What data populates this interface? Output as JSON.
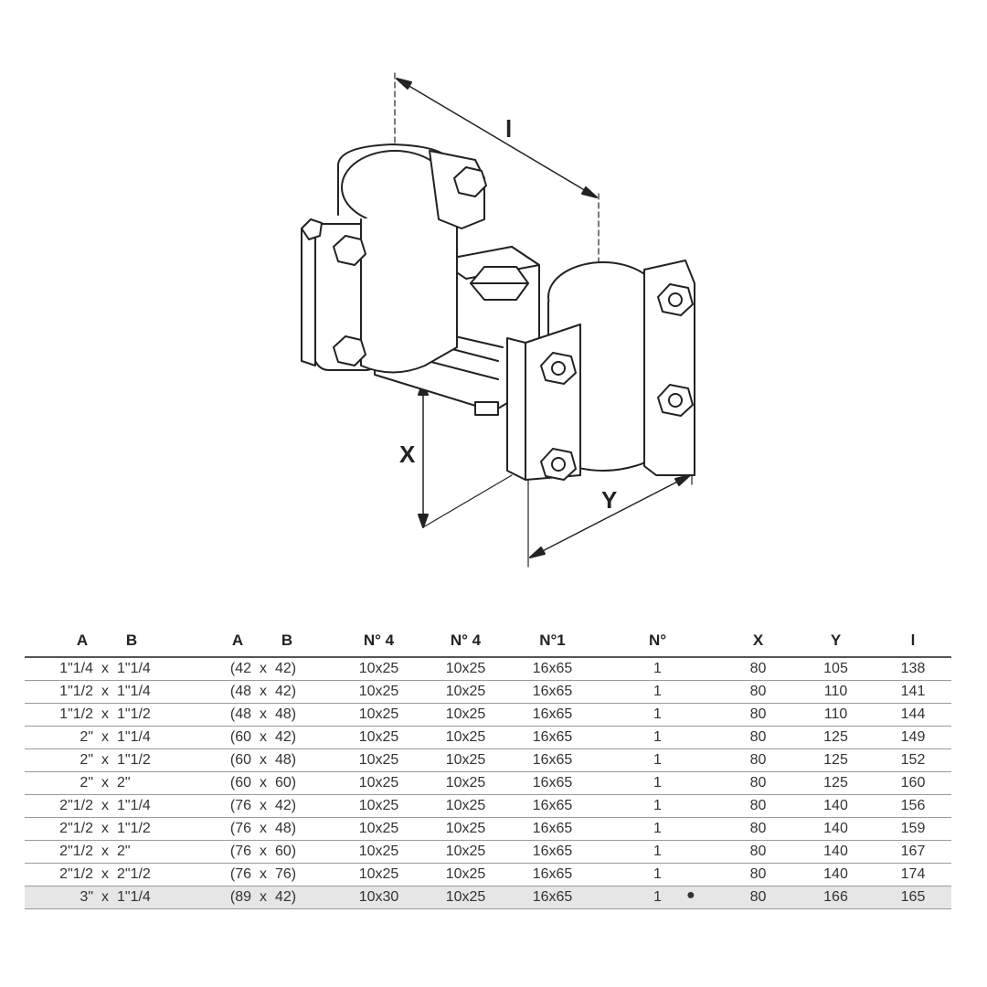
{
  "drawing": {
    "labels": {
      "l": "l",
      "x": "X",
      "y": "Y"
    },
    "stroke_color": "#222222"
  },
  "table": {
    "headers": {
      "inch_a": "A",
      "inch_b": "B",
      "mm_a": "A",
      "mm_b": "B",
      "n4_a": "N° 4",
      "n4_b": "N° 4",
      "n1": "N°1",
      "n": "N°",
      "x": "X",
      "y": "Y",
      "l": "l"
    },
    "rows": [
      {
        "inch_a": "1\"1/4",
        "inch_b": "1\"1/4",
        "mm_a": "(42",
        "mm_b": "42)",
        "n4_a": "10x25",
        "n4_b": "10x25",
        "n1": "16x65",
        "n": "1",
        "dot": "",
        "x": "80",
        "y": "105",
        "l": "138"
      },
      {
        "inch_a": "1\"1/2",
        "inch_b": "1\"1/4",
        "mm_a": "(48",
        "mm_b": "42)",
        "n4_a": "10x25",
        "n4_b": "10x25",
        "n1": "16x65",
        "n": "1",
        "dot": "",
        "x": "80",
        "y": "110",
        "l": "141"
      },
      {
        "inch_a": "1\"1/2",
        "inch_b": "1\"1/2",
        "mm_a": "(48",
        "mm_b": "48)",
        "n4_a": "10x25",
        "n4_b": "10x25",
        "n1": "16x65",
        "n": "1",
        "dot": "",
        "x": "80",
        "y": "110",
        "l": "144"
      },
      {
        "inch_a": "2\"",
        "inch_b": "1\"1/4",
        "mm_a": "(60",
        "mm_b": "42)",
        "n4_a": "10x25",
        "n4_b": "10x25",
        "n1": "16x65",
        "n": "1",
        "dot": "",
        "x": "80",
        "y": "125",
        "l": "149"
      },
      {
        "inch_a": "2\"",
        "inch_b": "1\"1/2",
        "mm_a": "(60",
        "mm_b": "48)",
        "n4_a": "10x25",
        "n4_b": "10x25",
        "n1": "16x65",
        "n": "1",
        "dot": "",
        "x": "80",
        "y": "125",
        "l": "152"
      },
      {
        "inch_a": "2\"",
        "inch_b": "2\"",
        "mm_a": "(60",
        "mm_b": "60)",
        "n4_a": "10x25",
        "n4_b": "10x25",
        "n1": "16x65",
        "n": "1",
        "dot": "",
        "x": "80",
        "y": "125",
        "l": "160"
      },
      {
        "inch_a": "2\"1/2",
        "inch_b": "1\"1/4",
        "mm_a": "(76",
        "mm_b": "42)",
        "n4_a": "10x25",
        "n4_b": "10x25",
        "n1": "16x65",
        "n": "1",
        "dot": "",
        "x": "80",
        "y": "140",
        "l": "156"
      },
      {
        "inch_a": "2\"1/2",
        "inch_b": "1\"1/2",
        "mm_a": "(76",
        "mm_b": "48)",
        "n4_a": "10x25",
        "n4_b": "10x25",
        "n1": "16x65",
        "n": "1",
        "dot": "",
        "x": "80",
        "y": "140",
        "l": "159"
      },
      {
        "inch_a": "2\"1/2",
        "inch_b": "2\"",
        "mm_a": "(76",
        "mm_b": "60)",
        "n4_a": "10x25",
        "n4_b": "10x25",
        "n1": "16x65",
        "n": "1",
        "dot": "",
        "x": "80",
        "y": "140",
        "l": "167"
      },
      {
        "inch_a": "2\"1/2",
        "inch_b": "2\"1/2",
        "mm_a": "(76",
        "mm_b": "76)",
        "n4_a": "10x25",
        "n4_b": "10x25",
        "n1": "16x65",
        "n": "1",
        "dot": "",
        "x": "80",
        "y": "140",
        "l": "174"
      },
      {
        "inch_a": "3\"",
        "inch_b": "1\"1/4",
        "mm_a": "(89",
        "mm_b": "42)",
        "n4_a": "10x30",
        "n4_b": "10x25",
        "n1": "16x65",
        "n": "1",
        "dot": "●",
        "x": "80",
        "y": "166",
        "l": "165",
        "highlight": true
      }
    ],
    "separator": "x"
  }
}
